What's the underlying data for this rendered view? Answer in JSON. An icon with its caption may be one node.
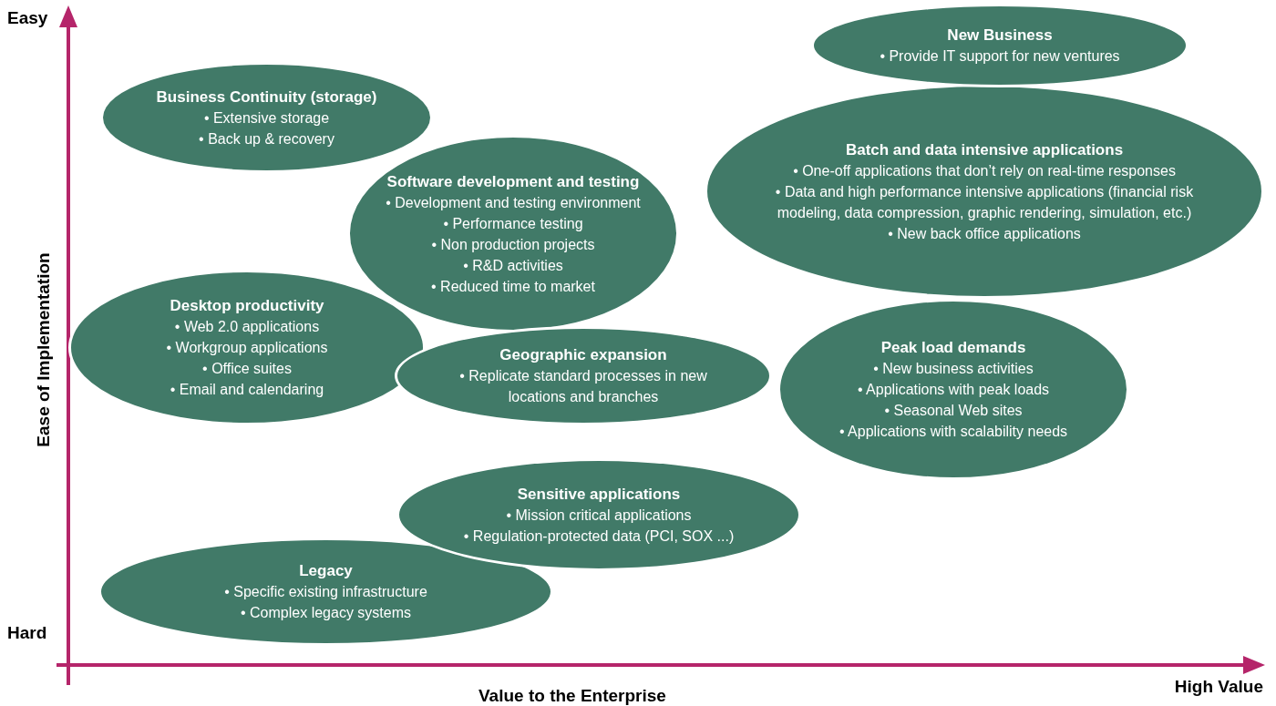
{
  "diagram": {
    "nodes": [
      {
        "text": [
          "Business Continuity (storage)",
          "• Extensive storage",
          "• Back up & recovery"
        ]
      },
      {
        "text": [
          "Software development and testing",
          "• Development and testing environment",
          "• Performance testing",
          "• Non production projects",
          "• R&D activities",
          "• Reduced time to market"
        ]
      },
      {
        "text": [
          "New Business",
          "• Provide IT support for new ventures"
        ]
      },
      {
        "text": [
          "Batch and data intensive applications",
          "• One-off applications that don’t rely on real-time responses",
          "• Data and high performance intensive applications (financial risk modeling, data compression, graphic rendering, simulation, etc.)",
          "• New back office applications"
        ]
      },
      {
        "text": [
          "Desktop productivity",
          "• Web 2.0 applications",
          "• Workgroup applications",
          "• Office suites",
          "• Email and calendaring"
        ]
      },
      {
        "text": [
          "Geographic expansion",
          "• Replicate standard processes in new locations and branches"
        ]
      },
      {
        "text": [
          "Peak load demands",
          "• New business activities",
          "• Applications with peak loads",
          "• Seasonal Web sites",
          "• Applications with scalability needs"
        ]
      },
      {
        "text": [
          "Sensitive applications",
          "• Mission critical applications",
          "• Regulation-protected data (PCI, SOX ...)"
        ]
      },
      {
        "text": [
          "Legacy",
          "• Specific existing infrastructure",
          "• Complex legacy systems"
        ]
      }
    ],
    "labels": [
      "Easy",
      "Ease of Implementation",
      "Hard",
      "High Value",
      "Value to the Enterprise"
    ]
  }
}
